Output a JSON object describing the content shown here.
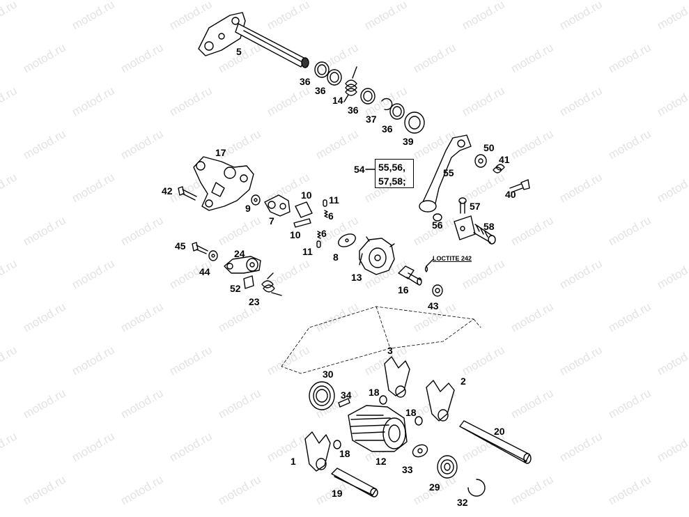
{
  "watermark": "motod.ru",
  "colors": {
    "ink": "#000000",
    "watermark": "#e3e3e3",
    "background": "#ffffff"
  },
  "labels": {
    "p5": "5",
    "p36a": "36",
    "p36b": "36",
    "p14": "14",
    "p36c": "36",
    "p37": "37",
    "p36d": "36",
    "p39": "39",
    "p17": "17",
    "p42": "42",
    "p9": "9",
    "p7": "7",
    "p10a": "10",
    "p11a": "11",
    "p6a": "6",
    "p10b": "10",
    "p6b": "6",
    "p11b": "11",
    "p8": "8",
    "p13": "13",
    "p45": "45",
    "p44": "44",
    "p24": "24",
    "p52": "52",
    "p23": "23",
    "p54": "54",
    "p55": "55",
    "p50": "50",
    "p41": "41",
    "p40": "40",
    "p57": "57",
    "p56": "56",
    "p58": "58",
    "p16": "16",
    "p43": "43",
    "p3": "3",
    "p30": "30",
    "p34": "34",
    "p18a": "18",
    "p2": "2",
    "p18b": "18",
    "p20": "20",
    "p1": "1",
    "p18c": "18",
    "p12": "12",
    "p33": "33",
    "p29": "29",
    "p19": "19",
    "p32": "32"
  },
  "kit_box": {
    "line1": "55,56,",
    "line2": "57,58;"
  },
  "loctite_note": "LOCTITE 242"
}
